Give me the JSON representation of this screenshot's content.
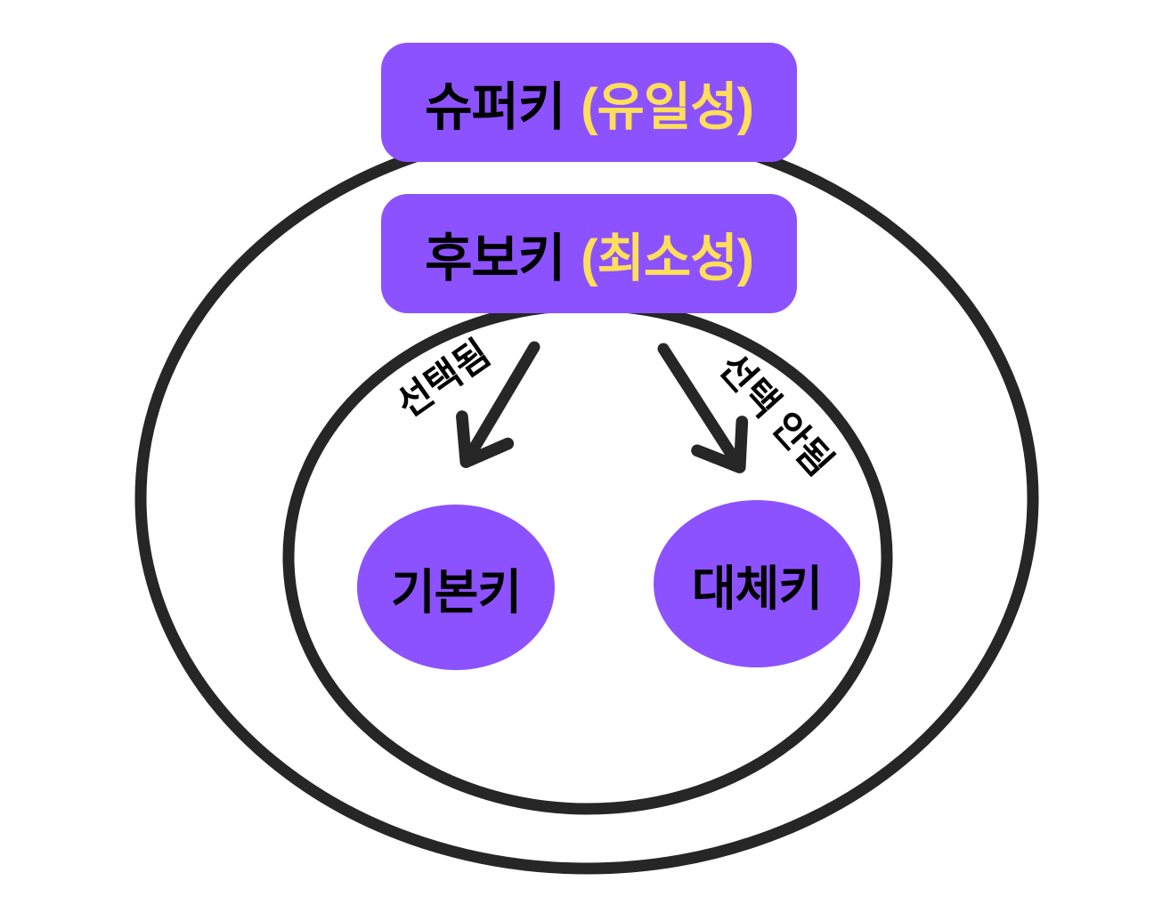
{
  "colors": {
    "purple": "#8C52FF",
    "yellow": "#FFDE59",
    "line": "#262626",
    "text": "#000000",
    "background": "#FFFFFF"
  },
  "boxes": {
    "superkey": {
      "label": "슈퍼키",
      "qualifier": "(유일성)"
    },
    "candidate": {
      "label": "후보키",
      "qualifier": "(최소성)"
    }
  },
  "arrows": {
    "selected": {
      "label": "선택됨"
    },
    "not_selected": {
      "label": "선택 안됨"
    }
  },
  "ovals": {
    "primary": {
      "label": "기본키"
    },
    "alternate": {
      "label": "대체키"
    }
  }
}
